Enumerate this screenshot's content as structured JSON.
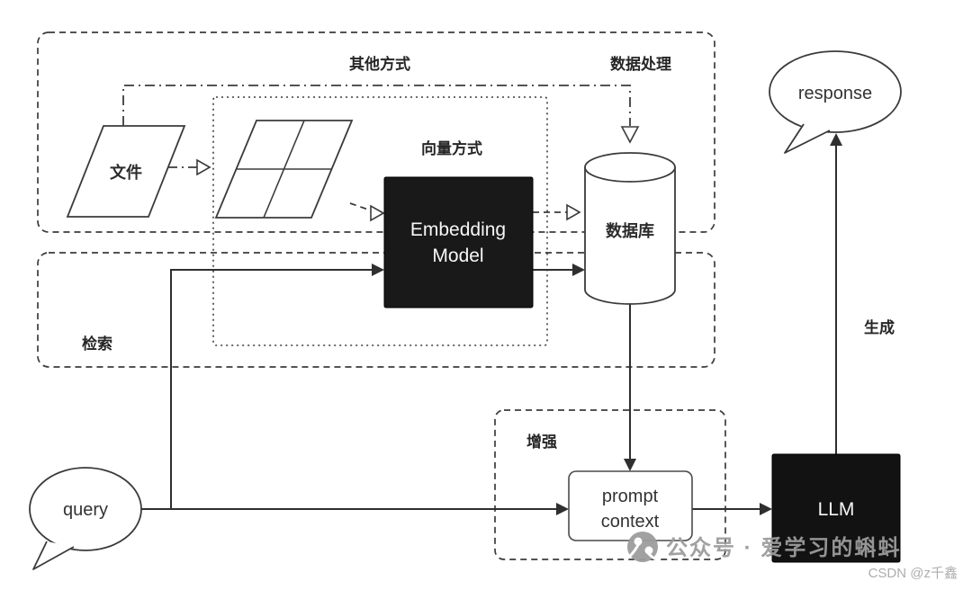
{
  "diagram": {
    "groups": {
      "other_method": {
        "label": "其他方式"
      },
      "data_processing": {
        "label": "数据处理"
      },
      "vector_method": {
        "label": "向量方式"
      },
      "retrieval": {
        "label": "检索"
      },
      "augmentation": {
        "label": "增强"
      }
    },
    "nodes": {
      "file": {
        "label": "文件"
      },
      "embedding_model": {
        "line1": "Embedding",
        "line2": "Model"
      },
      "database": {
        "label": "数据库"
      },
      "query": {
        "label": "query"
      },
      "prompt_context": {
        "line1": "prompt",
        "line2": "context"
      },
      "llm": {
        "label": "LLM"
      },
      "response": {
        "label": "response"
      }
    },
    "edge_labels": {
      "generation": "生成"
    },
    "colors": {
      "node_dark_fill": "#161616",
      "line_stroke": "#3b3b3b",
      "watermark_gray": "#9c9c9c",
      "background": "#ffffff"
    }
  },
  "watermark": {
    "brand": "公众号 · 爱学习的蝌蚪",
    "credit": "CSDN @z千鑫"
  }
}
